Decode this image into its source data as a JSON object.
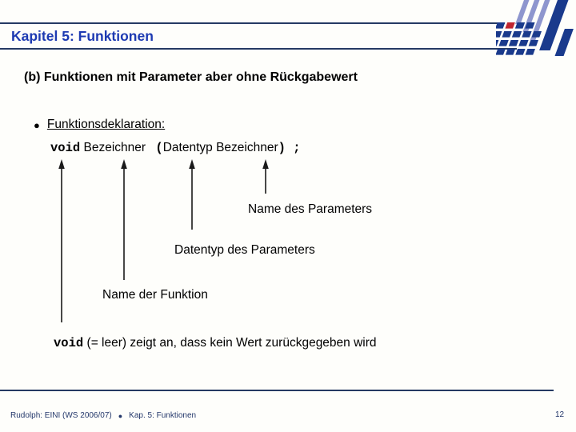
{
  "header": {
    "title": "Kapitel 5: Funktionen"
  },
  "slide": {
    "subtitle": "(b) Funktionen mit Parameter aber ohne Rückgabewert",
    "bullet": {
      "marker": "●",
      "label": "Funktionsdeklaration:"
    },
    "code": {
      "keyword": "void",
      "func_name": "Bezeichner",
      "paren_open": "(",
      "param_type": "Datentyp",
      "param_name": "Bezeichner",
      "paren_close": ")",
      "semicolon": ";"
    },
    "annotations": {
      "param_name_label": "Name des Parameters",
      "param_type_label": "Datentyp des Parameters",
      "func_name_label": "Name der Funktion"
    },
    "note": {
      "keyword": "void",
      "text": "(= leer) zeigt an, dass kein Wert zurückgegeben wird"
    }
  },
  "footer": {
    "left": "Rudolph: EINI (WS 2006/07)",
    "separator": "●",
    "right": "Kap. 5: Funktionen",
    "page": "12"
  },
  "colors": {
    "title_blue": "#1d3ab2",
    "rule_navy": "#253a63",
    "footer_navy": "#24386b",
    "logo_navy": "#1a3a8c",
    "logo_lavender": "#8e96ce",
    "logo_red": "#c0252f",
    "background": "#fefefb"
  }
}
